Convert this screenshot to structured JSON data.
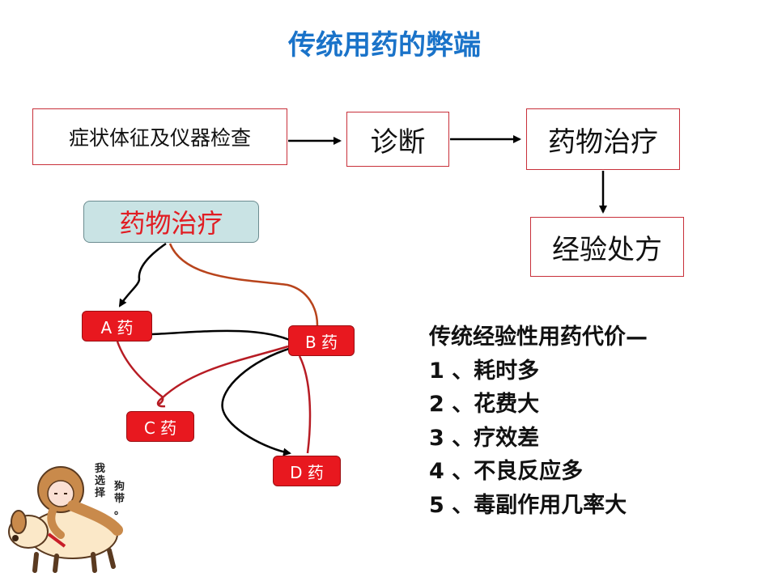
{
  "title": "传统用药的弊端",
  "flow": {
    "symptoms": "症状体征及仪器检查",
    "diagnosis": "诊断",
    "drug_treatment": "药物治疗",
    "empirical_prescription": "经验处方"
  },
  "network": {
    "hub": "药物治疗",
    "drugs": {
      "a": "A 药",
      "b": "B 药",
      "c": "C 药",
      "d": "D 药"
    }
  },
  "costs": {
    "heading": "传统经验性用药代价—",
    "items": [
      "1 、耗时多",
      "2 、花费大",
      "3 、疗效差",
      "4 、不良反应多",
      "5 、毒副作用几率大"
    ]
  },
  "mascot": {
    "caption_left": "我选择",
    "caption_right": "狗带。"
  },
  "colors": {
    "title": "#1a73c9",
    "box_border": "#c8303a",
    "node_fill": "#e8181f",
    "hub_fill": "#c9e3e4",
    "hub_text": "#e11d23"
  }
}
